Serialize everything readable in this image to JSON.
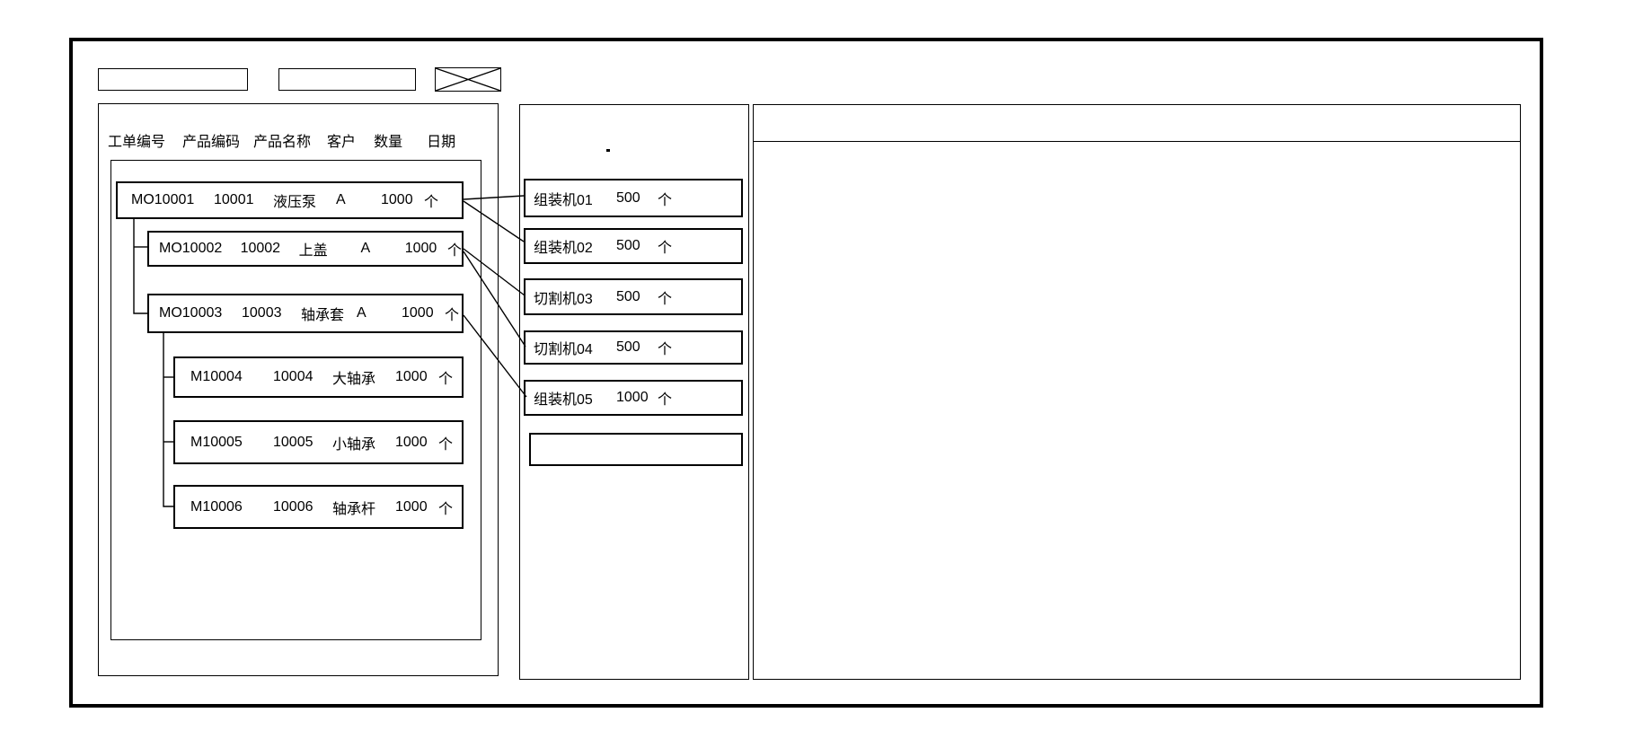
{
  "toolbar": {
    "field1_value": "",
    "field2_value": ""
  },
  "left_panel": {
    "headers": [
      "工单编号",
      "产品编码",
      "产品名称",
      "客户",
      "数量",
      "日期"
    ],
    "rows": [
      {
        "order_no": "MO10001",
        "product_code": "10001",
        "product_name": "液压泵",
        "customer": "A",
        "qty": "1000",
        "unit": "个",
        "parent": ""
      },
      {
        "order_no": "MO10002",
        "product_code": "10002",
        "product_name": "上盖",
        "customer": "A",
        "qty": "1000",
        "unit": "个",
        "parent": "MO10001"
      },
      {
        "order_no": "MO10003",
        "product_code": "10003",
        "product_name": "轴承套",
        "customer": "A",
        "qty": "1000",
        "unit": "个",
        "parent": "MO10001"
      },
      {
        "order_no": "M10004",
        "product_code": "10004",
        "product_name": "大轴承",
        "customer": "",
        "qty": "1000",
        "unit": "个",
        "parent": "MO10003"
      },
      {
        "order_no": "M10005",
        "product_code": "10005",
        "product_name": "小轴承",
        "customer": "",
        "qty": "1000",
        "unit": "个",
        "parent": "MO10003"
      },
      {
        "order_no": "M10006",
        "product_code": "10006",
        "product_name": "轴承杆",
        "customer": "",
        "qty": "1000",
        "unit": "个",
        "parent": "MO10003"
      }
    ]
  },
  "machine_panel": {
    "machines": [
      {
        "name": "组装机01",
        "qty": "500",
        "unit": "个"
      },
      {
        "name": "组装机02",
        "qty": "500",
        "unit": "个"
      },
      {
        "name": "切割机03",
        "qty": "500",
        "unit": "个"
      },
      {
        "name": "切割机04",
        "qty": "500",
        "unit": "个"
      },
      {
        "name": "组装机05",
        "qty": "1000",
        "unit": "个"
      },
      {
        "name": "",
        "qty": "",
        "unit": ""
      }
    ]
  },
  "connections": [
    {
      "order": "MO10001",
      "machine": "组装机01"
    },
    {
      "order": "MO10001",
      "machine": "组装机02"
    },
    {
      "order": "MO10002",
      "machine": "切割机03"
    },
    {
      "order": "MO10002",
      "machine": "切割机04"
    },
    {
      "order": "MO10003",
      "machine": "组装机05"
    }
  ],
  "right_panel": {}
}
